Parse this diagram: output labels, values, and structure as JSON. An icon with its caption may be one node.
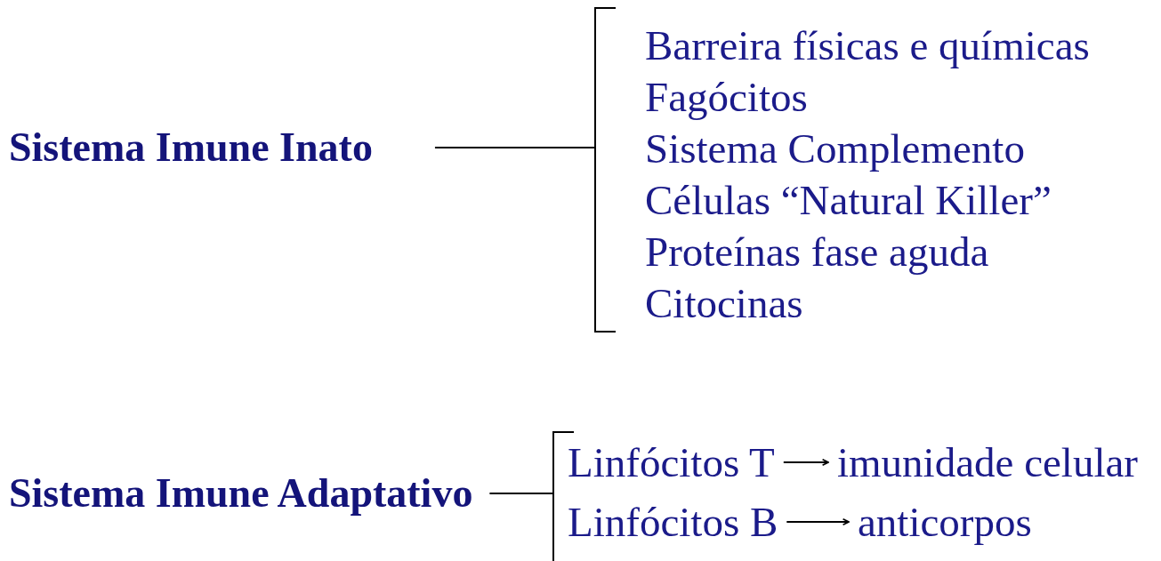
{
  "diagram": {
    "nodes": [
      {
        "text": [
          "Sistema Imune Inato"
        ]
      },
      {
        "text": [
          "Barreira físicas e químicas",
          "Fagócitos",
          "Sistema Complemento",
          "Células “Natural Killer”",
          "Proteínas fase aguda",
          "Citocinas"
        ]
      },
      {
        "text": [
          "Sistema Imune Adaptativo"
        ]
      },
      {
        "text": [],
        "shape": "bracket"
      },
      {
        "text": [
          "Linfócitos T"
        ],
        "in": 3
      },
      {
        "text": [
          "imunidade celular"
        ],
        "in": 3
      },
      {
        "text": [
          "Linfócitos B"
        ],
        "in": 3
      },
      {
        "text": [
          "anticorpos"
        ],
        "in": 3
      }
    ],
    "edges": [
      {
        "from": 0,
        "to": 1,
        "arrow": "none"
      },
      {
        "from": 2,
        "to": 3,
        "arrow": "none"
      },
      {
        "from": 4,
        "to": 5,
        "arrow": "to"
      },
      {
        "from": 6,
        "to": 7,
        "arrow": "to"
      }
    ]
  }
}
